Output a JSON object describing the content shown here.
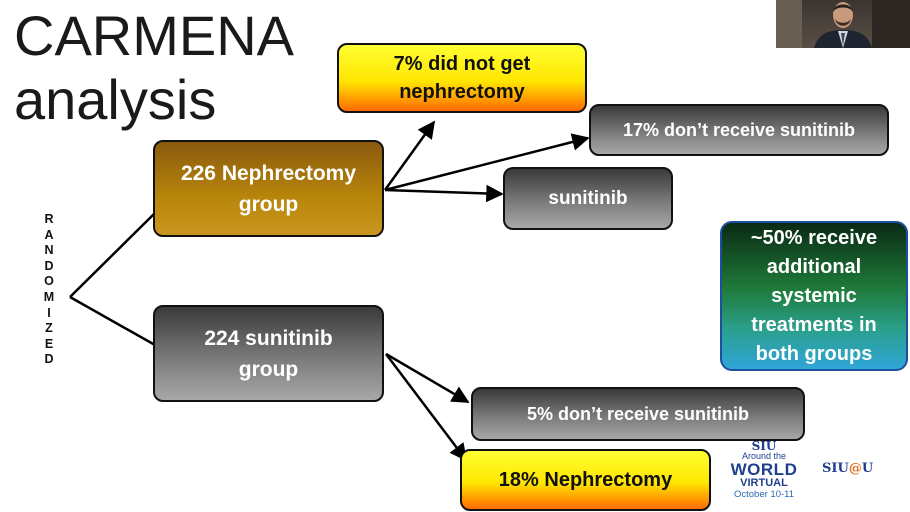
{
  "title_lines": [
    "CARMENA",
    "analysis"
  ],
  "randomized_letters": [
    "R",
    "A",
    "N",
    "D",
    "O",
    "M",
    "I",
    "Z",
    "E",
    "D"
  ],
  "boxes": {
    "nephrectomy_group": [
      "226 Nephrectomy",
      "group"
    ],
    "sunitinib_group": [
      "224 sunitinib",
      "group"
    ],
    "no_nephrectomy": [
      "7% did not get",
      "nephrectomy"
    ],
    "no_sunitinib_neph": "17% don’t receive sunitinib",
    "sunitinib": "sunitinib",
    "additional": [
      "~50% receive",
      "additional",
      "systemic",
      "treatments in",
      "both groups"
    ],
    "no_sunitinib_sun": "5% don’t receive sunitinib",
    "nephrectomy_18": "18% Nephrectomy"
  },
  "logo_siu": {
    "siu": "SIU",
    "around": "Around the",
    "world": "WORLD",
    "virtual": "VIRTUAL",
    "dates": "October 10-11"
  },
  "logo_siu_u": {
    "pre": "SIU",
    "at": "@",
    "post": "U"
  },
  "colors": {
    "gold_box": "#b8860b",
    "dark_box": "#5a5a5a",
    "yellow_box": "#ffe600",
    "green_box": "#1f7a3a",
    "brand_blue": "#1f3f8f"
  },
  "icons": [
    "webcam-video"
  ]
}
